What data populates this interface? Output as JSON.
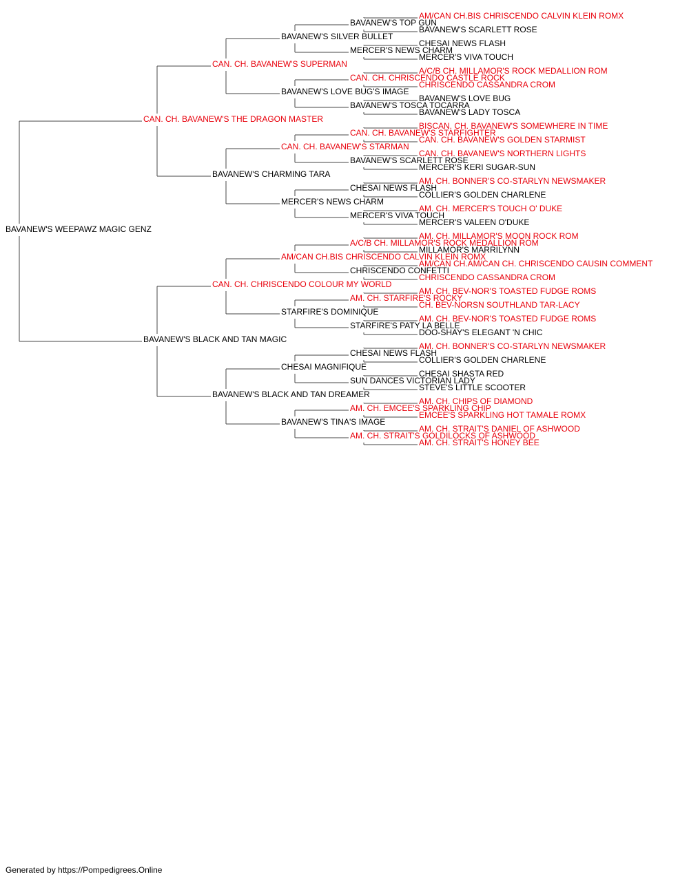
{
  "colors": {
    "champion": "#e8000b",
    "normal": "#000000",
    "line": "#444444"
  },
  "pedigree": {
    "name": "BAVANEW'S WEEPAWZ MAGIC GENZ",
    "ch": false,
    "sire": {
      "name": "CAN. CH. BAVANEW'S THE DRAGON MASTER",
      "ch": true,
      "sire": {
        "name": "CAN. CH. BAVANEW'S SUPERMAN",
        "ch": true,
        "sire": {
          "name": "BAVANEW'S SILVER BULLET",
          "ch": false,
          "sire": {
            "name": "BAVANEW'S TOP GUN",
            "ch": false,
            "sire": {
              "name": "AM/CAN CH.BIS CHRISCENDO CALVIN KLEIN ROMX",
              "ch": true
            },
            "dam": {
              "name": "BAVANEW'S SCARLETT ROSE",
              "ch": false
            }
          },
          "dam": {
            "name": "MERCER'S NEWS CHARM",
            "ch": false,
            "sire": {
              "name": "CHESAI NEWS FLASH",
              "ch": false
            },
            "dam": {
              "name": "MERCER'S VIVA TOUCH",
              "ch": false
            }
          }
        },
        "dam": {
          "name": "BAVANEW'S LOVE BUG'S IMAGE",
          "ch": false,
          "sire": {
            "name": "CAN. CH. CHRISCENDO CASTLE ROCK",
            "ch": true,
            "sire": {
              "name": "A/C/B CH. MILLAMOR'S ROCK MEDALLION ROM",
              "ch": true
            },
            "dam": {
              "name": "CHRISCENDO CASSANDRA CROM",
              "ch": true
            }
          },
          "dam": {
            "name": "BAVANEW'S TOSCA TOCARRA",
            "ch": false,
            "sire": {
              "name": "BAVANEW'S LOVE BUG",
              "ch": false
            },
            "dam": {
              "name": "BAVANEW'S LADY TOSCA",
              "ch": false
            }
          }
        }
      },
      "dam": {
        "name": "BAVANEW'S CHARMING TARA",
        "ch": false,
        "sire": {
          "name": "CAN. CH. BAVANEW'S STARMAN",
          "ch": true,
          "sire": {
            "name": "CAN. CH. BAVANEW'S STARFIGHTER",
            "ch": true,
            "sire": {
              "name": "BISCAN. CH. BAVANEW'S SOMEWHERE IN TIME",
              "ch": true
            },
            "dam": {
              "name": "CAN. CH. BAVANEW'S GOLDEN STARMIST",
              "ch": true
            }
          },
          "dam": {
            "name": "BAVANEW'S SCARLETT ROSE",
            "ch": false,
            "sire": {
              "name": "CAN. CH. BAVANEW'S NORTHERN LIGHTS",
              "ch": true
            },
            "dam": {
              "name": "MERCER'S KERI SUGAR-SUN",
              "ch": false
            }
          }
        },
        "dam": {
          "name": "MERCER'S NEWS CHARM",
          "ch": false,
          "sire": {
            "name": "CHESAI NEWS FLASH",
            "ch": false,
            "sire": {
              "name": "AM. CH. BONNER'S CO-STARLYN NEWSMAKER",
              "ch": true
            },
            "dam": {
              "name": "COLLIER'S GOLDEN CHARLENE",
              "ch": false
            }
          },
          "dam": {
            "name": "MERCER'S VIVA TOUCH",
            "ch": false,
            "sire": {
              "name": "AM. CH. MERCER'S TOUCH O' DUKE",
              "ch": true
            },
            "dam": {
              "name": "MERCER'S VALEEN O'DUKE",
              "ch": false
            }
          }
        }
      }
    },
    "dam": {
      "name": "BAVANEW'S BLACK AND TAN MAGIC",
      "ch": false,
      "sire": {
        "name": "CAN. CH. CHRISCENDO COLOUR MY WORLD",
        "ch": true,
        "sire": {
          "name": "AM/CAN CH.BIS CHRISCENDO CALVIN KLEIN ROMX",
          "ch": true,
          "sire": {
            "name": "A/C/B CH. MILLAMOR'S ROCK MEDALLION ROM",
            "ch": true,
            "sire": {
              "name": "AM. CH. MILLAMOR'S MOON ROCK ROM",
              "ch": true
            },
            "dam": {
              "name": "MILLAMOR'S MARRILYNN",
              "ch": false
            }
          },
          "dam": {
            "name": "CHRISCENDO CONFETTI",
            "ch": false,
            "sire": {
              "name": "AM/CAN CH.AM/CAN CH. CHRISCENDO CAUSIN COMMENT",
              "ch": true
            },
            "dam": {
              "name": "CHRISCENDO CASSANDRA CROM",
              "ch": true
            }
          }
        },
        "dam": {
          "name": "STARFIRE'S DOMINIQUE",
          "ch": false,
          "sire": {
            "name": "AM. CH. STARFIRE'S ROCKY",
            "ch": true,
            "sire": {
              "name": "AM. CH. BEV-NOR'S TOASTED FUDGE ROMS",
              "ch": true
            },
            "dam": {
              "name": "CH. BEV-NORSN SOUTHLAND TAR-LACY",
              "ch": true
            }
          },
          "dam": {
            "name": "STARFIRE'S PATY LA BELLE",
            "ch": false,
            "sire": {
              "name": "AM. CH. BEV-NOR'S TOASTED FUDGE ROMS",
              "ch": true
            },
            "dam": {
              "name": "DOO-SHAY'S ELEGANT 'N CHIC",
              "ch": false
            }
          }
        }
      },
      "dam": {
        "name": "BAVANEW'S BLACK AND TAN DREAMER",
        "ch": false,
        "sire": {
          "name": "CHESAI MAGNIFIQUE",
          "ch": false,
          "sire": {
            "name": "CHESAI NEWS FLASH",
            "ch": false,
            "sire": {
              "name": "AM. CH. BONNER'S CO-STARLYN NEWSMAKER",
              "ch": true
            },
            "dam": {
              "name": "COLLIER'S GOLDEN CHARLENE",
              "ch": false
            }
          },
          "dam": {
            "name": "SUN DANCES VICTORIAN LADY",
            "ch": false,
            "sire": {
              "name": "CHESAI SHASTA RED",
              "ch": false
            },
            "dam": {
              "name": "STEVE'S LITTLE SCOOTER",
              "ch": false
            }
          }
        },
        "dam": {
          "name": "BAVANEW'S TINA'S IMAGE",
          "ch": false,
          "sire": {
            "name": "AM. CH. EMCEE'S SPARKLING CHIP",
            "ch": true,
            "sire": {
              "name": "AM. CH. CHIPS OF DIAMOND",
              "ch": true
            },
            "dam": {
              "name": "EMCEE'S SPARKLING HOT TAMALE ROMX",
              "ch": true
            }
          },
          "dam": {
            "name": "AM. CH. STRAIT'S GOLDILOCKS OF ASHWOOD",
            "ch": true,
            "sire": {
              "name": "AM. CH. STRAIT'S DANIEL OF ASHWOOD",
              "ch": true
            },
            "dam": {
              "name": "AM. CH. STRAIT'S HONEY BEE",
              "ch": true
            }
          }
        }
      }
    }
  },
  "footer": "Generated by https://Pompedigrees.Online"
}
